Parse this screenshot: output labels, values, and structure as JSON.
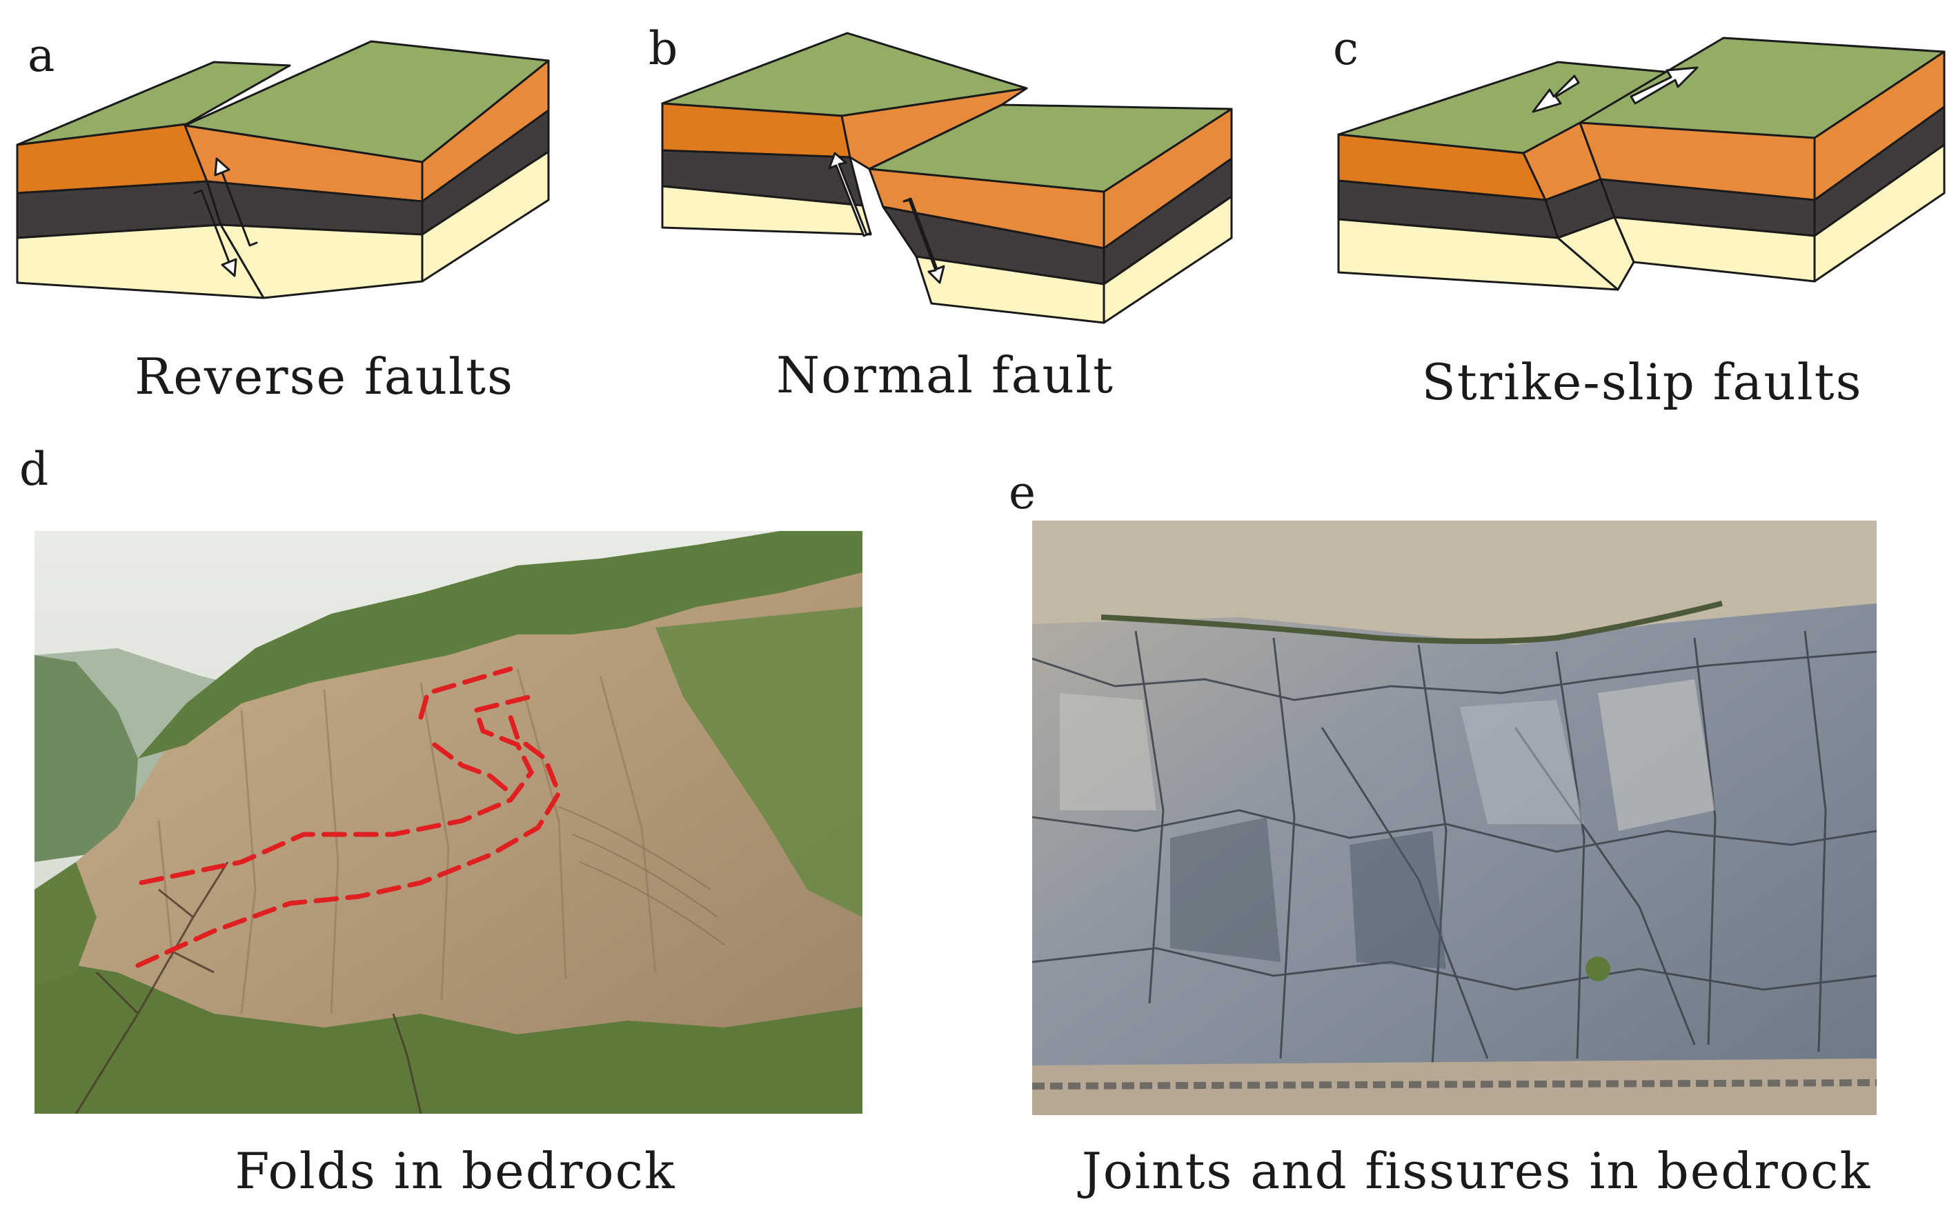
{
  "panels": [
    {
      "letter": "a",
      "caption": "Reverse faults"
    },
    {
      "letter": "b",
      "caption": "Normal fault"
    },
    {
      "letter": "c",
      "caption": "Strike-slip faults"
    },
    {
      "letter": "d",
      "caption": "Folds in bedrock"
    },
    {
      "letter": "e",
      "caption": "Joints and fissures in bedrock"
    }
  ],
  "colors": {
    "surface": "#93ad67",
    "orange_layer": "#e07a1f",
    "orange_layer_side": "#e88a3c",
    "dark_layer": "#3f3c3b",
    "sand_layer": "#fdf6c2",
    "fold_line": "#e02020",
    "outline": "#1a1a1a"
  },
  "icons": [
    "arrow-up-icon",
    "arrow-down-icon",
    "slip-left-arrow-icon",
    "slip-right-arrow-icon"
  ]
}
